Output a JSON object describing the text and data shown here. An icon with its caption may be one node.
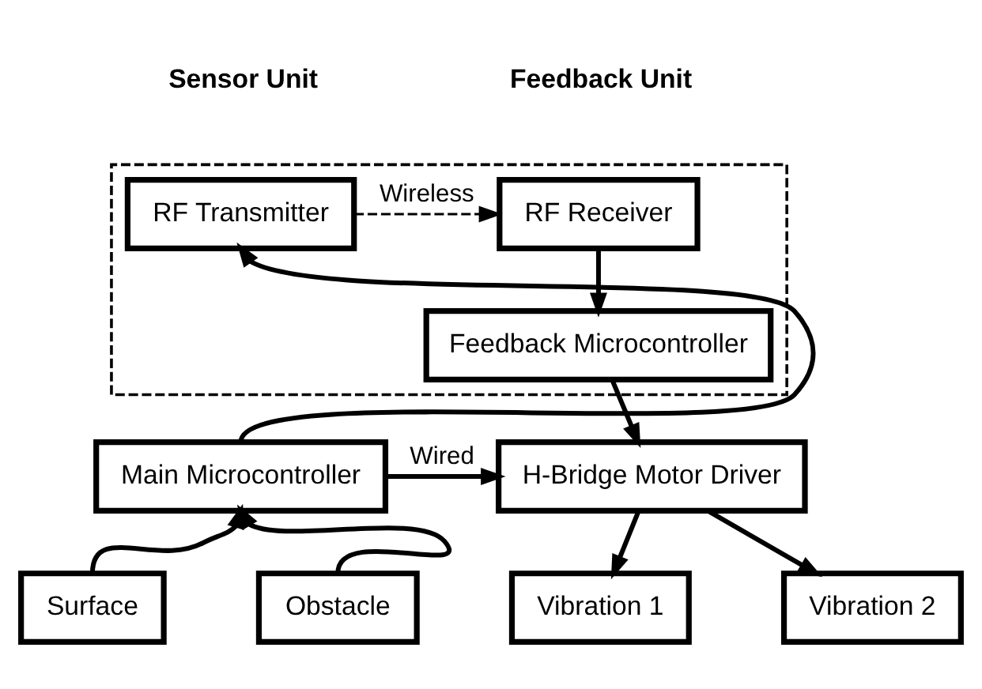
{
  "diagram": {
    "nodes": [
      {
        "text": [],
        "shape": "box"
      },
      {
        "text": [
          "RF Transmitter"
        ],
        "in": 0
      },
      {
        "text": [
          "RF Receiver"
        ],
        "in": 0
      },
      {
        "text": [
          "Feedback Microcontroller"
        ],
        "in": 0
      },
      {
        "text": [
          "Main Microcontroller"
        ]
      },
      {
        "text": [
          "H-Bridge Motor Driver"
        ]
      },
      {
        "text": [
          "Surface"
        ]
      },
      {
        "text": [
          "Obstacle"
        ]
      },
      {
        "text": [
          "Vibration 1"
        ]
      },
      {
        "text": [
          "Vibration 2"
        ]
      }
    ],
    "edges": [
      {
        "from": 1,
        "to": 2,
        "arrow": "to",
        "label": "Wireless",
        "style": "dashed"
      },
      {
        "from": 2,
        "to": 3,
        "arrow": "to"
      },
      {
        "from": 3,
        "to": 5,
        "arrow": "to"
      },
      {
        "from": 4,
        "to": 1,
        "arrow": "to"
      },
      {
        "from": 4,
        "to": 5,
        "arrow": "to",
        "label": "Wired"
      },
      {
        "from": 6,
        "to": 4,
        "arrow": "to"
      },
      {
        "from": 7,
        "to": 4,
        "arrow": "to"
      },
      {
        "from": 5,
        "to": 8,
        "arrow": "to"
      },
      {
        "from": 5,
        "to": 9,
        "arrow": "to"
      }
    ],
    "labels": [
      "Sensor Unit",
      "Feedback Unit"
    ]
  }
}
